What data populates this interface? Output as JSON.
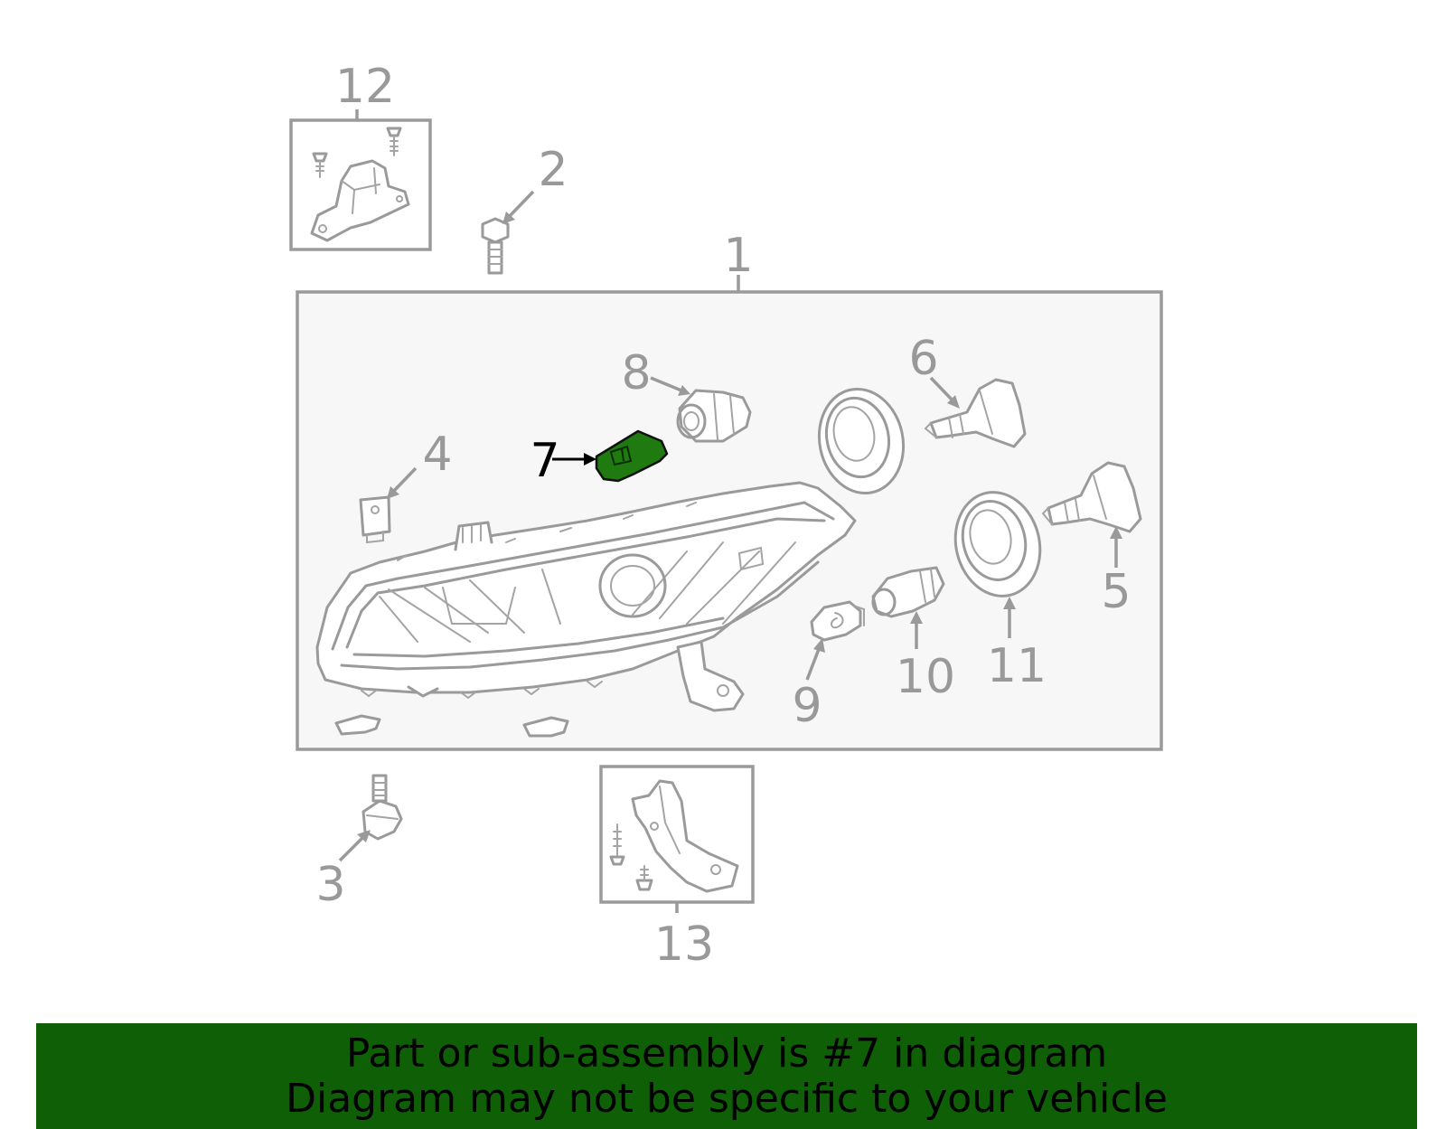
{
  "diagram": {
    "callouts": {
      "c1": "1",
      "c2": "2",
      "c3": "3",
      "c4": "4",
      "c5": "5",
      "c6": "6",
      "c7": "7",
      "c8": "8",
      "c9": "9",
      "c10": "10",
      "c11": "11",
      "c12": "12",
      "c13": "13"
    },
    "highlighted_callout": "7",
    "colors": {
      "highlight_part": "#1f7a10",
      "banner": "#0f5f07",
      "line_art": "#9a9a9a",
      "panel_fill": "#f7f7f7"
    }
  },
  "footer": {
    "line1": "Part or sub-assembly is #7 in diagram",
    "line2": "Diagram may not be specific to your vehicle"
  }
}
